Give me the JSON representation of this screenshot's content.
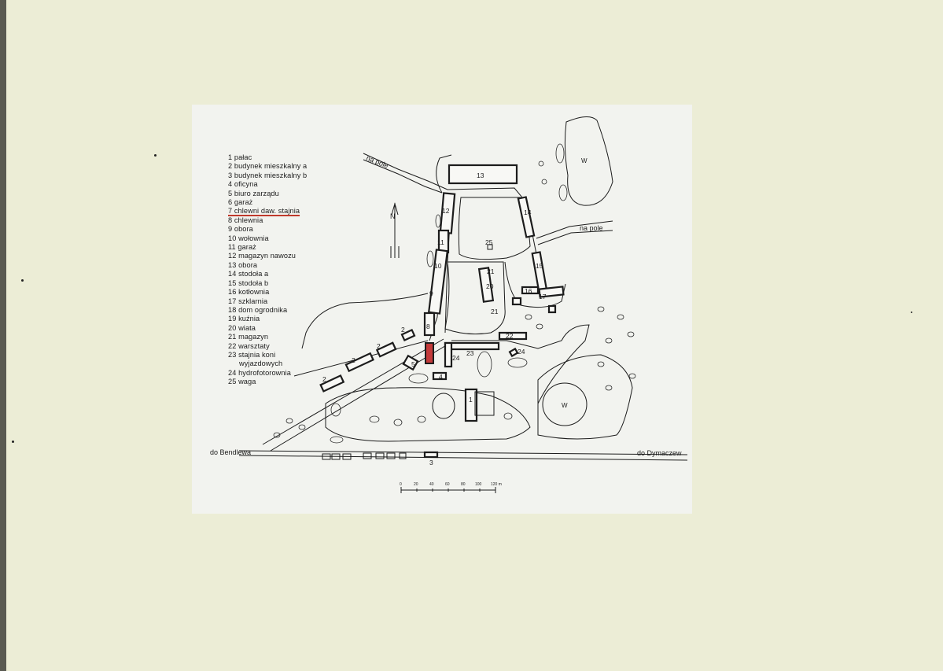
{
  "legend": {
    "items": [
      "1 pałac",
      "2 budynek mieszkalny a",
      "3 budynek mieszkalny b",
      "4 oficyna",
      "5 biuro zarządu",
      "6 garaż",
      "7 chlewni daw. stajnia",
      "8 chlewnia",
      "9 obora",
      "10 wołownia",
      "11 garaż",
      "12 magazyn nawozu",
      "13 obora",
      "14 stodoła a",
      "15 stodoła b",
      "16 kotłownia",
      "17 szklarnia",
      "18 dom ogrodnika",
      "19 kuźnia",
      "20 wiata",
      "21 magazyn",
      "22 warsztaty",
      "23 stajnia koni",
      "wyjazdowych",
      "24 hydrofotorownia",
      "25 waga"
    ],
    "highlight_index": 6,
    "highlight_color": "#c0392b"
  },
  "map": {
    "road_labels": {
      "na_pole_north": "na pole",
      "na_pole_east": "na pole",
      "west": "do Bendlewa",
      "east": "do Dymaczew"
    },
    "north_label": "N",
    "pond_label": "W",
    "building_numbers": {
      "b13": "13",
      "b12": "12",
      "b14": "14",
      "b11": "11",
      "b10": "10",
      "b25": "25",
      "b9": "9",
      "b8": "8",
      "b15": "15",
      "b21a": "21",
      "b20": "20",
      "b21b": "21",
      "b16": "16",
      "b17": "17",
      "b22": "22",
      "b24a": "24",
      "b23": "23",
      "b24b": "24",
      "b5": "5",
      "b4": "4",
      "b1": "1",
      "b3": "3",
      "b2a": "2",
      "b2b": "2",
      "b2c": "2",
      "b2d": "2"
    },
    "highlight_building_color": "#c43a3a",
    "scale_labels": [
      "0",
      "20",
      "40",
      "60",
      "80",
      "100",
      "120 m"
    ]
  }
}
